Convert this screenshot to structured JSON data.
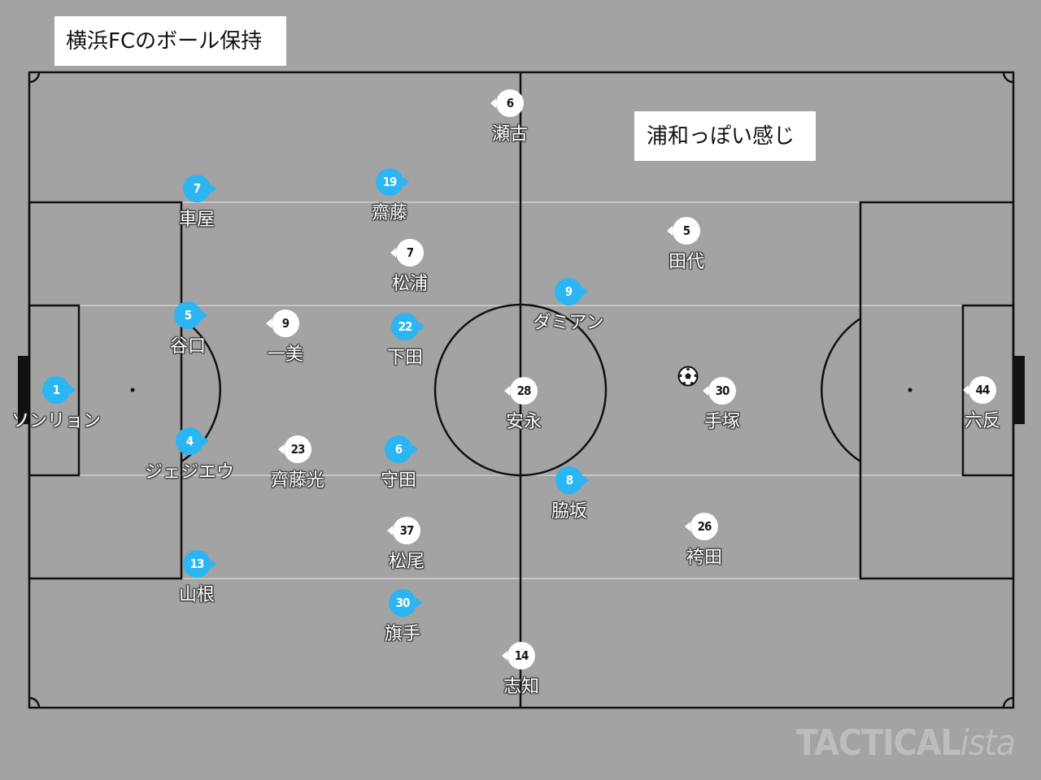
{
  "title": "横浜FCのボール保持",
  "note": "浦和っぽい感じ",
  "watermark": {
    "bold": "TACTICAL",
    "light": "ista"
  },
  "colors": {
    "pitch": "#a3a3a3",
    "home": "#2bb5f2",
    "away": "#ffffff",
    "lines": "#111111"
  },
  "home_team": [
    {
      "number": "1",
      "name": "ソンリョン"
    },
    {
      "number": "7",
      "name": "車屋"
    },
    {
      "number": "5",
      "name": "谷口"
    },
    {
      "number": "4",
      "name": "ジェジエウ"
    },
    {
      "number": "13",
      "name": "山根"
    },
    {
      "number": "19",
      "name": "齋藤"
    },
    {
      "number": "22",
      "name": "下田"
    },
    {
      "number": "6",
      "name": "守田"
    },
    {
      "number": "30",
      "name": "旗手"
    },
    {
      "number": "9",
      "name": "ダミアン"
    },
    {
      "number": "8",
      "name": "脇坂"
    }
  ],
  "away_team": [
    {
      "number": "6",
      "name": "瀬古"
    },
    {
      "number": "7",
      "name": "松浦"
    },
    {
      "number": "9",
      "name": "一美"
    },
    {
      "number": "23",
      "name": "齊藤光"
    },
    {
      "number": "37",
      "name": "松尾"
    },
    {
      "number": "14",
      "name": "志知"
    },
    {
      "number": "28",
      "name": "安永"
    },
    {
      "number": "5",
      "name": "田代"
    },
    {
      "number": "30",
      "name": "手塚"
    },
    {
      "number": "26",
      "name": "袴田"
    },
    {
      "number": "44",
      "name": "六反"
    }
  ]
}
